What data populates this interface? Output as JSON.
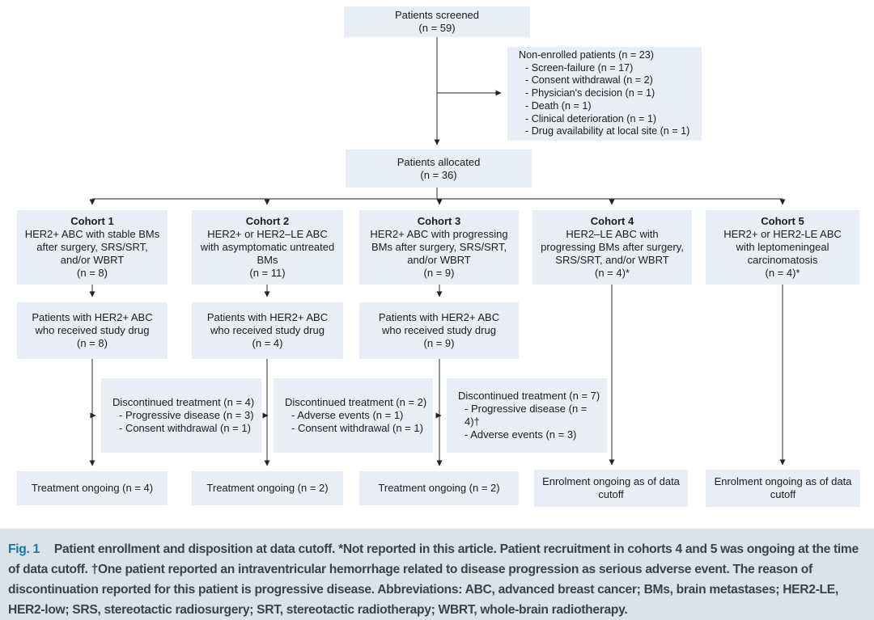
{
  "flow": {
    "screened": {
      "line1": "Patients screened",
      "line2": "(n = 59)"
    },
    "non_enrolled": {
      "title": "Non-enrolled patients (n = 23)",
      "items": [
        "- Screen-failure (n = 17)",
        "- Consent withdrawal (n = 2)",
        "- Physician's decision (n = 1)",
        "- Death (n = 1)",
        "- Clinical deterioration (n = 1)",
        "- Drug availability at local site (n = 1)"
      ]
    },
    "allocated": {
      "line1": "Patients allocated",
      "line2": "(n = 36)"
    },
    "cohorts": [
      {
        "title": "Cohort 1",
        "desc": [
          "HER2+ ABC with stable BMs",
          "after surgery, SRS/SRT,",
          "and/or WBRT"
        ],
        "n": "(n = 8)"
      },
      {
        "title": "Cohort 2",
        "desc": [
          "HER2+ or HER2–LE ABC",
          "with asymptomatic untreated",
          "BMs"
        ],
        "n": "(n = 11)"
      },
      {
        "title": "Cohort 3",
        "desc": [
          "HER2+ ABC with progressing",
          "BMs after surgery, SRS/SRT,",
          "and/or WBRT"
        ],
        "n": "(n = 9)"
      },
      {
        "title": "Cohort 4",
        "desc": [
          "HER2–LE ABC with",
          "progressing BMs after surgery,",
          "SRS/SRT, and/or WBRT"
        ],
        "n": "(n = 4)*"
      },
      {
        "title": "Cohort 5",
        "desc": [
          "HER2+ or HER2-LE ABC",
          "with leptomeningeal",
          "carcinomatosis"
        ],
        "n": "(n = 4)*"
      }
    ],
    "received_drug": [
      {
        "line1": "Patients with HER2+ ABC",
        "line2": "who received study drug",
        "n": "(n = 8)"
      },
      {
        "line1": "Patients with HER2+ ABC",
        "line2": "who received study drug",
        "n": "(n = 4)"
      },
      {
        "line1": "Patients with HER2+ ABC",
        "line2": "who received study drug",
        "n": "(n = 9)"
      }
    ],
    "discontinued": [
      {
        "title": "Discontinued treatment (n = 4)",
        "items": [
          "- Progressive disease (n = 3)",
          "- Consent withdrawal (n = 1)"
        ]
      },
      {
        "title": "Discontinued treatment (n = 2)",
        "items": [
          "- Adverse events (n = 1)",
          "- Consent withdrawal (n = 1)"
        ]
      },
      {
        "title": "Discontinued treatment (n = 7)",
        "items": [
          "- Progressive disease (n = 4)†",
          "- Adverse events (n = 3)"
        ]
      }
    ],
    "ongoing": [
      {
        "text": "Treatment ongoing (n = 4)"
      },
      {
        "text": "Treatment ongoing (n = 2)"
      },
      {
        "text": "Treatment ongoing (n = 2)"
      }
    ],
    "enrolment": [
      {
        "line1": "Enrolment ongoing as of data",
        "line2": "cutoff"
      },
      {
        "line1": "Enrolment ongoing as of data",
        "line2": "cutoff"
      }
    ]
  },
  "caption": {
    "label": "Fig. 1",
    "text": "Patient enrollment and disposition at data cutoff.  *Not reported in this article. Patient recruitment in cohorts 4 and 5 was ongoing at the time of data cutoff. †One patient reported an intraventricular hemorrhage related to disease progression as serious adverse event. The reason of discontinuation reported for this patient is progressive disease. Abbreviations: ABC, advanced breast cancer; BMs, brain metastases; HER2-LE, HER2-low; SRS, stereotactic radiosurgery; SRT, stereotactic radiotherapy; WBRT, whole-brain radiotherapy."
  },
  "colors": {
    "box_fill": "#e9edf6",
    "caption_bg": "#d8e3ea",
    "fig_label": "#1578a2",
    "connector": "#4d4d4d"
  }
}
